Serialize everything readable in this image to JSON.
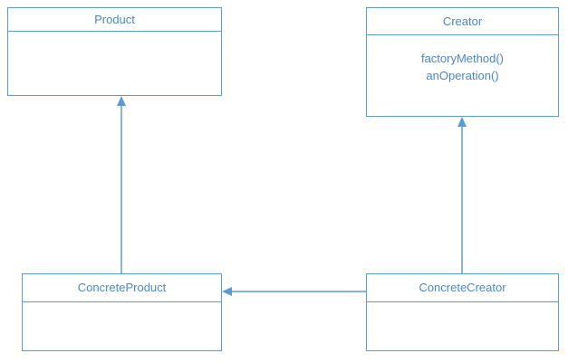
{
  "colors": {
    "border": "#5b9bd5",
    "text": "#4a86c8",
    "arrow": "#5b9bd5",
    "background": "#ffffff"
  },
  "boxes": {
    "product": {
      "title": "Product",
      "operations": []
    },
    "creator": {
      "title": "Creator",
      "operations": [
        "factoryMethod()",
        "anOperation()"
      ]
    },
    "concrete_product": {
      "title": "ConcreteProduct",
      "operations": []
    },
    "concrete_creator": {
      "title": "ConcreteCreator",
      "operations": []
    }
  },
  "relationships": [
    {
      "from": "concrete_product",
      "to": "product",
      "kind": "inheritance"
    },
    {
      "from": "concrete_creator",
      "to": "creator",
      "kind": "inheritance"
    },
    {
      "from": "concrete_creator",
      "to": "concrete_product",
      "kind": "dependency"
    }
  ]
}
